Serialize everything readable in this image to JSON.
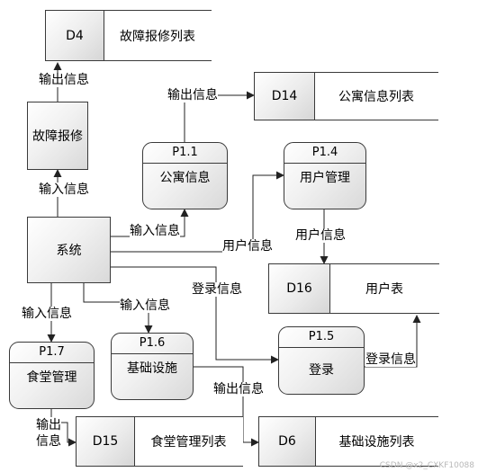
{
  "entities": {
    "system": "系统",
    "repair": "故障报修"
  },
  "processes": {
    "p1_1": {
      "id": "P1.1",
      "name": "公寓信息"
    },
    "p1_4": {
      "id": "P1.4",
      "name": "用户管理"
    },
    "p1_5": {
      "id": "P1.5",
      "name": "登录"
    },
    "p1_6": {
      "id": "P1.6",
      "name": "基础设施"
    },
    "p1_7": {
      "id": "P1.7",
      "name": "食堂管理"
    }
  },
  "stores": {
    "d4": {
      "id": "D4",
      "name": "故障报修列表"
    },
    "d14": {
      "id": "D14",
      "name": "公寓信息列表"
    },
    "d16": {
      "id": "D16",
      "name": "用户表"
    },
    "d15": {
      "id": "D15",
      "name": "食堂管理列表"
    },
    "d6": {
      "id": "D6",
      "name": "基础设施列表"
    }
  },
  "flows": {
    "repair_to_d4": "输出信息",
    "p11_to_d14": "输出信息",
    "system_to_repair": "输入信息",
    "system_to_p11": "输入信息",
    "system_to_p14": "用户信息",
    "p14_to_d16": "用户信息",
    "system_to_p15": "登录信息",
    "p15_to_d16": "登录信息",
    "system_to_p17": "输入信息",
    "system_to_p16": "输入信息",
    "p16_to_d6": "输出信息",
    "p17_to_d15_line1": "输出",
    "p17_to_d15_line2": "信息"
  },
  "watermark": "CSDN @x2_CXKF10088"
}
